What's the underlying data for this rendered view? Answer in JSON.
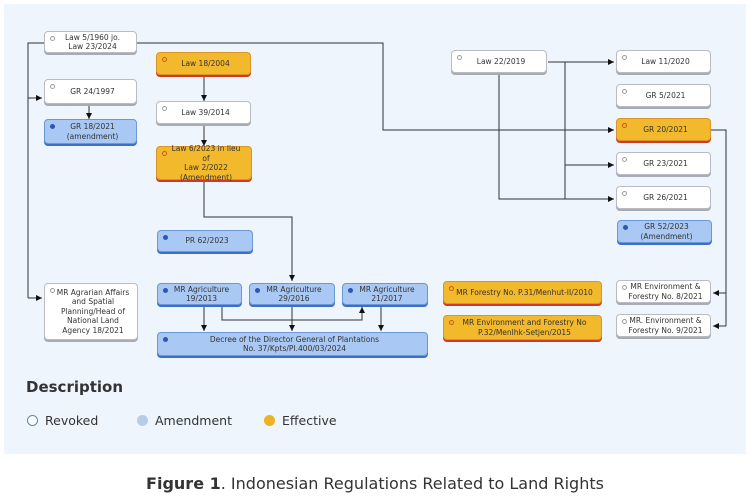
{
  "nodes": {
    "law_5_1960": {
      "label": "Law 5/1960 jo.\nLaw 23/2024",
      "status": "revoked"
    },
    "gr_24_1997": {
      "label": "GR 24/1997",
      "status": "revoked"
    },
    "gr_18_2021": {
      "label": "GR 18/2021\n(amendment)",
      "status": "amendment"
    },
    "mr_agrarian": {
      "label": "MR Agrarian Affairs\nand Spatial\nPlanning/Head of\nNational Land\nAgency 18/2021",
      "status": "revoked"
    },
    "law_18_2004": {
      "label": "Law 18/2004",
      "status": "effective"
    },
    "law_39_2014": {
      "label": "Law 39/2014",
      "status": "revoked"
    },
    "law_6_2023": {
      "label": "Law 6/2023 in lieu of\nLaw 2/2022\n(Amendment)",
      "status": "effective"
    },
    "pr_62_2023": {
      "label": "PR 62/2023",
      "status": "amendment"
    },
    "mr_agri_19_2013": {
      "label": "MR Agriculture\n19/2013",
      "status": "amendment"
    },
    "mr_agri_29_2016": {
      "label": "MR Agriculture\n29/2016",
      "status": "amendment"
    },
    "mr_agri_21_2017": {
      "label": "MR Agriculture\n21/2017",
      "status": "amendment"
    },
    "decree_dg_plantations": {
      "label": "Decree of the Director General of Plantations\nNo. 37/Kpts/PI.400/03/2024",
      "status": "amendment"
    },
    "law_22_2019": {
      "label": "Law 22/2019",
      "status": "revoked"
    },
    "law_11_2020": {
      "label": "Law 11/2020",
      "status": "revoked"
    },
    "gr_5_2021": {
      "label": "GR 5/2021",
      "status": "revoked"
    },
    "gr_20_2021": {
      "label": "GR 20/2021",
      "status": "effective"
    },
    "gr_23_2021": {
      "label": "GR 23/2021",
      "status": "revoked"
    },
    "gr_26_2021": {
      "label": "GR 26/2021",
      "status": "revoked"
    },
    "gr_52_2023": {
      "label": "GR 52/2023\n(Amendment)",
      "status": "amendment"
    },
    "mr_forestry_p31": {
      "label": "MR Forestry No. P.31/Menhut-II/2010",
      "status": "effective"
    },
    "mr_env_p32": {
      "label": "MR Environment and Forestry No\nP.32/Menlhk-Setjen/2015",
      "status": "effective"
    },
    "mr_env_8_2021": {
      "label": "MR Environment &\nForestry No. 8/2021",
      "status": "revoked"
    },
    "mr_env_9_2021": {
      "label": "MR. Environment &\nForestry No. 9/2021",
      "status": "revoked"
    }
  },
  "edges": [
    {
      "from": "law_5_1960",
      "to": "gr_24_1997"
    },
    {
      "from": "law_5_1960",
      "to": "mr_agrarian"
    },
    {
      "from": "law_5_1960",
      "to": "gr_20_2021"
    },
    {
      "from": "gr_24_1997",
      "to": "gr_18_2021"
    },
    {
      "from": "law_18_2004",
      "to": "law_39_2014"
    },
    {
      "from": "law_39_2014",
      "to": "law_6_2023"
    },
    {
      "from": "law_6_2023",
      "to": "mr_agri_29_2016"
    },
    {
      "from": "mr_agri_19_2013",
      "to": "decree_dg_plantations"
    },
    {
      "from": "mr_agri_19_2013",
      "to": "mr_agri_21_2017"
    },
    {
      "from": "mr_agri_29_2016",
      "to": "decree_dg_plantations"
    },
    {
      "from": "mr_agri_21_2017",
      "to": "decree_dg_plantations"
    },
    {
      "from": "law_22_2019",
      "to": "law_11_2020"
    },
    {
      "from": "law_22_2019",
      "to": "gr_20_2021"
    },
    {
      "from": "law_22_2019",
      "to": "gr_23_2021"
    },
    {
      "from": "law_22_2019",
      "to": "gr_26_2021"
    },
    {
      "from": "gr_20_2021",
      "to": "mr_env_8_2021"
    },
    {
      "from": "gr_20_2021",
      "to": "mr_env_9_2021"
    }
  ],
  "legend": {
    "title": "Description",
    "items": [
      {
        "label": "Revoked",
        "status": "revoked"
      },
      {
        "label": "Amendment",
        "status": "amendment"
      },
      {
        "label": "Effective",
        "status": "effective"
      }
    ]
  },
  "caption": {
    "prefix": "Figure 1",
    "text": ". Indonesian Regulations Related to Land Rights"
  },
  "colors": {
    "background": "#eef5fd",
    "revoked": "#ffffff",
    "amendment": "#a9c8f3",
    "effective": "#f3b92c",
    "connector": "#333333"
  }
}
